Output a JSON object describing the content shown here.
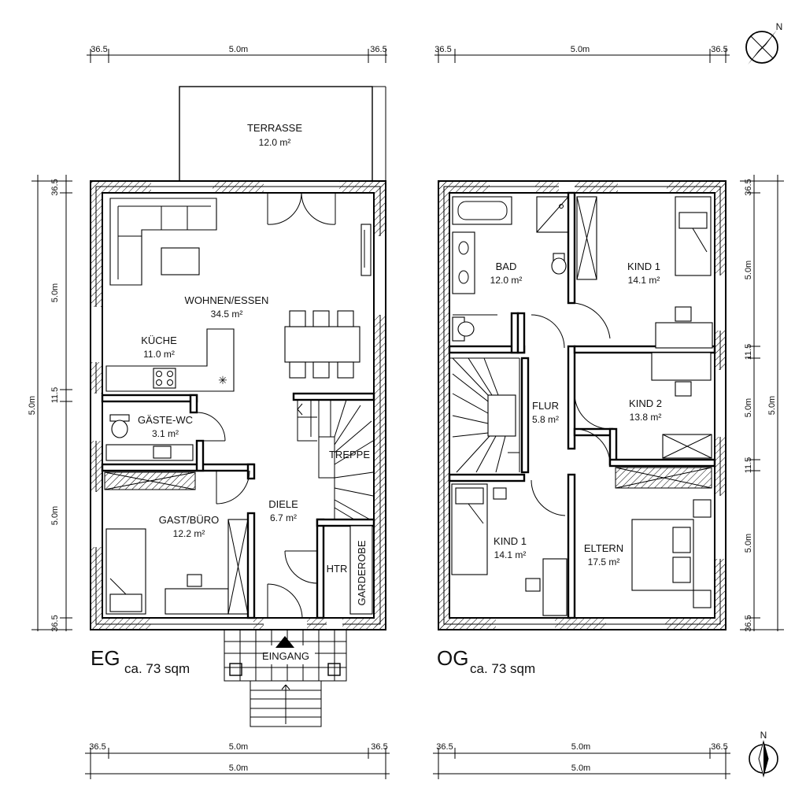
{
  "floors": {
    "eg": {
      "label": "EG",
      "area_note": "ca. 73 sqm",
      "rooms": {
        "terrasse": {
          "name": "TERRASSE",
          "area": "12.0 m²"
        },
        "wohnen": {
          "name": "WOHNEN/ESSEN",
          "area": "34.5 m²"
        },
        "kueche": {
          "name": "KÜCHE",
          "area": "11.0 m²"
        },
        "gaeste_wc": {
          "name": "GÄSTE-WC",
          "area": "3.1 m²"
        },
        "treppe": {
          "name": "TREPPE"
        },
        "gast_buero": {
          "name": "GAST/BÜRO",
          "area": "12.2 m²"
        },
        "diele": {
          "name": "DIELE",
          "area": "6.7 m²"
        },
        "htr": {
          "name": "HTR"
        },
        "garderobe": {
          "name": "GARDEROBE"
        },
        "eingang": {
          "name": "EINGANG"
        }
      },
      "dims": {
        "top_left": "36.5",
        "top_mid": "5.0m",
        "top_right": "36.5",
        "bottom_left": "36.5",
        "bottom_mid": "5.0m",
        "bottom_right": "36.5",
        "bottom_total": "5.0m",
        "left_total": "5.0m",
        "left_a": "36.5",
        "left_b": "5.0m",
        "left_c": "11.5",
        "left_d": "5.0m",
        "left_e": "36.5"
      }
    },
    "og": {
      "label": "OG",
      "area_note": "ca. 73 sqm",
      "rooms": {
        "bad": {
          "name": "BAD",
          "area": "12.0 m²"
        },
        "kind1_top": {
          "name": "KIND 1",
          "area": "14.1 m²"
        },
        "flur": {
          "name": "FLUR",
          "area": "5.8 m²"
        },
        "kind2": {
          "name": "KIND 2",
          "area": "13.8 m²"
        },
        "kind1_bottom": {
          "name": "KIND 1",
          "area": "14.1 m²"
        },
        "eltern": {
          "name": "ELTERN",
          "area": "17.5 m²"
        }
      },
      "dims": {
        "top_left": "36.5",
        "top_mid": "5.0m",
        "top_right": "36.5",
        "bottom_left": "36.5",
        "bottom_mid": "5.0m",
        "bottom_right": "36.5",
        "bottom_total": "5.0m",
        "right_total": "5.0m",
        "right_a": "36.5",
        "right_b": "5.0m",
        "right_c": "11.5",
        "right_d": "5.0m",
        "right_e": "11.5",
        "right_f": "5.0m",
        "right_g": "36.5"
      }
    }
  },
  "compass": {
    "north_label": "N",
    "north_label_bottom": "N"
  },
  "icons": [
    "compass-icon",
    "north-arrow-icon"
  ],
  "colors": {
    "line": "#000000",
    "background": "#ffffff"
  }
}
